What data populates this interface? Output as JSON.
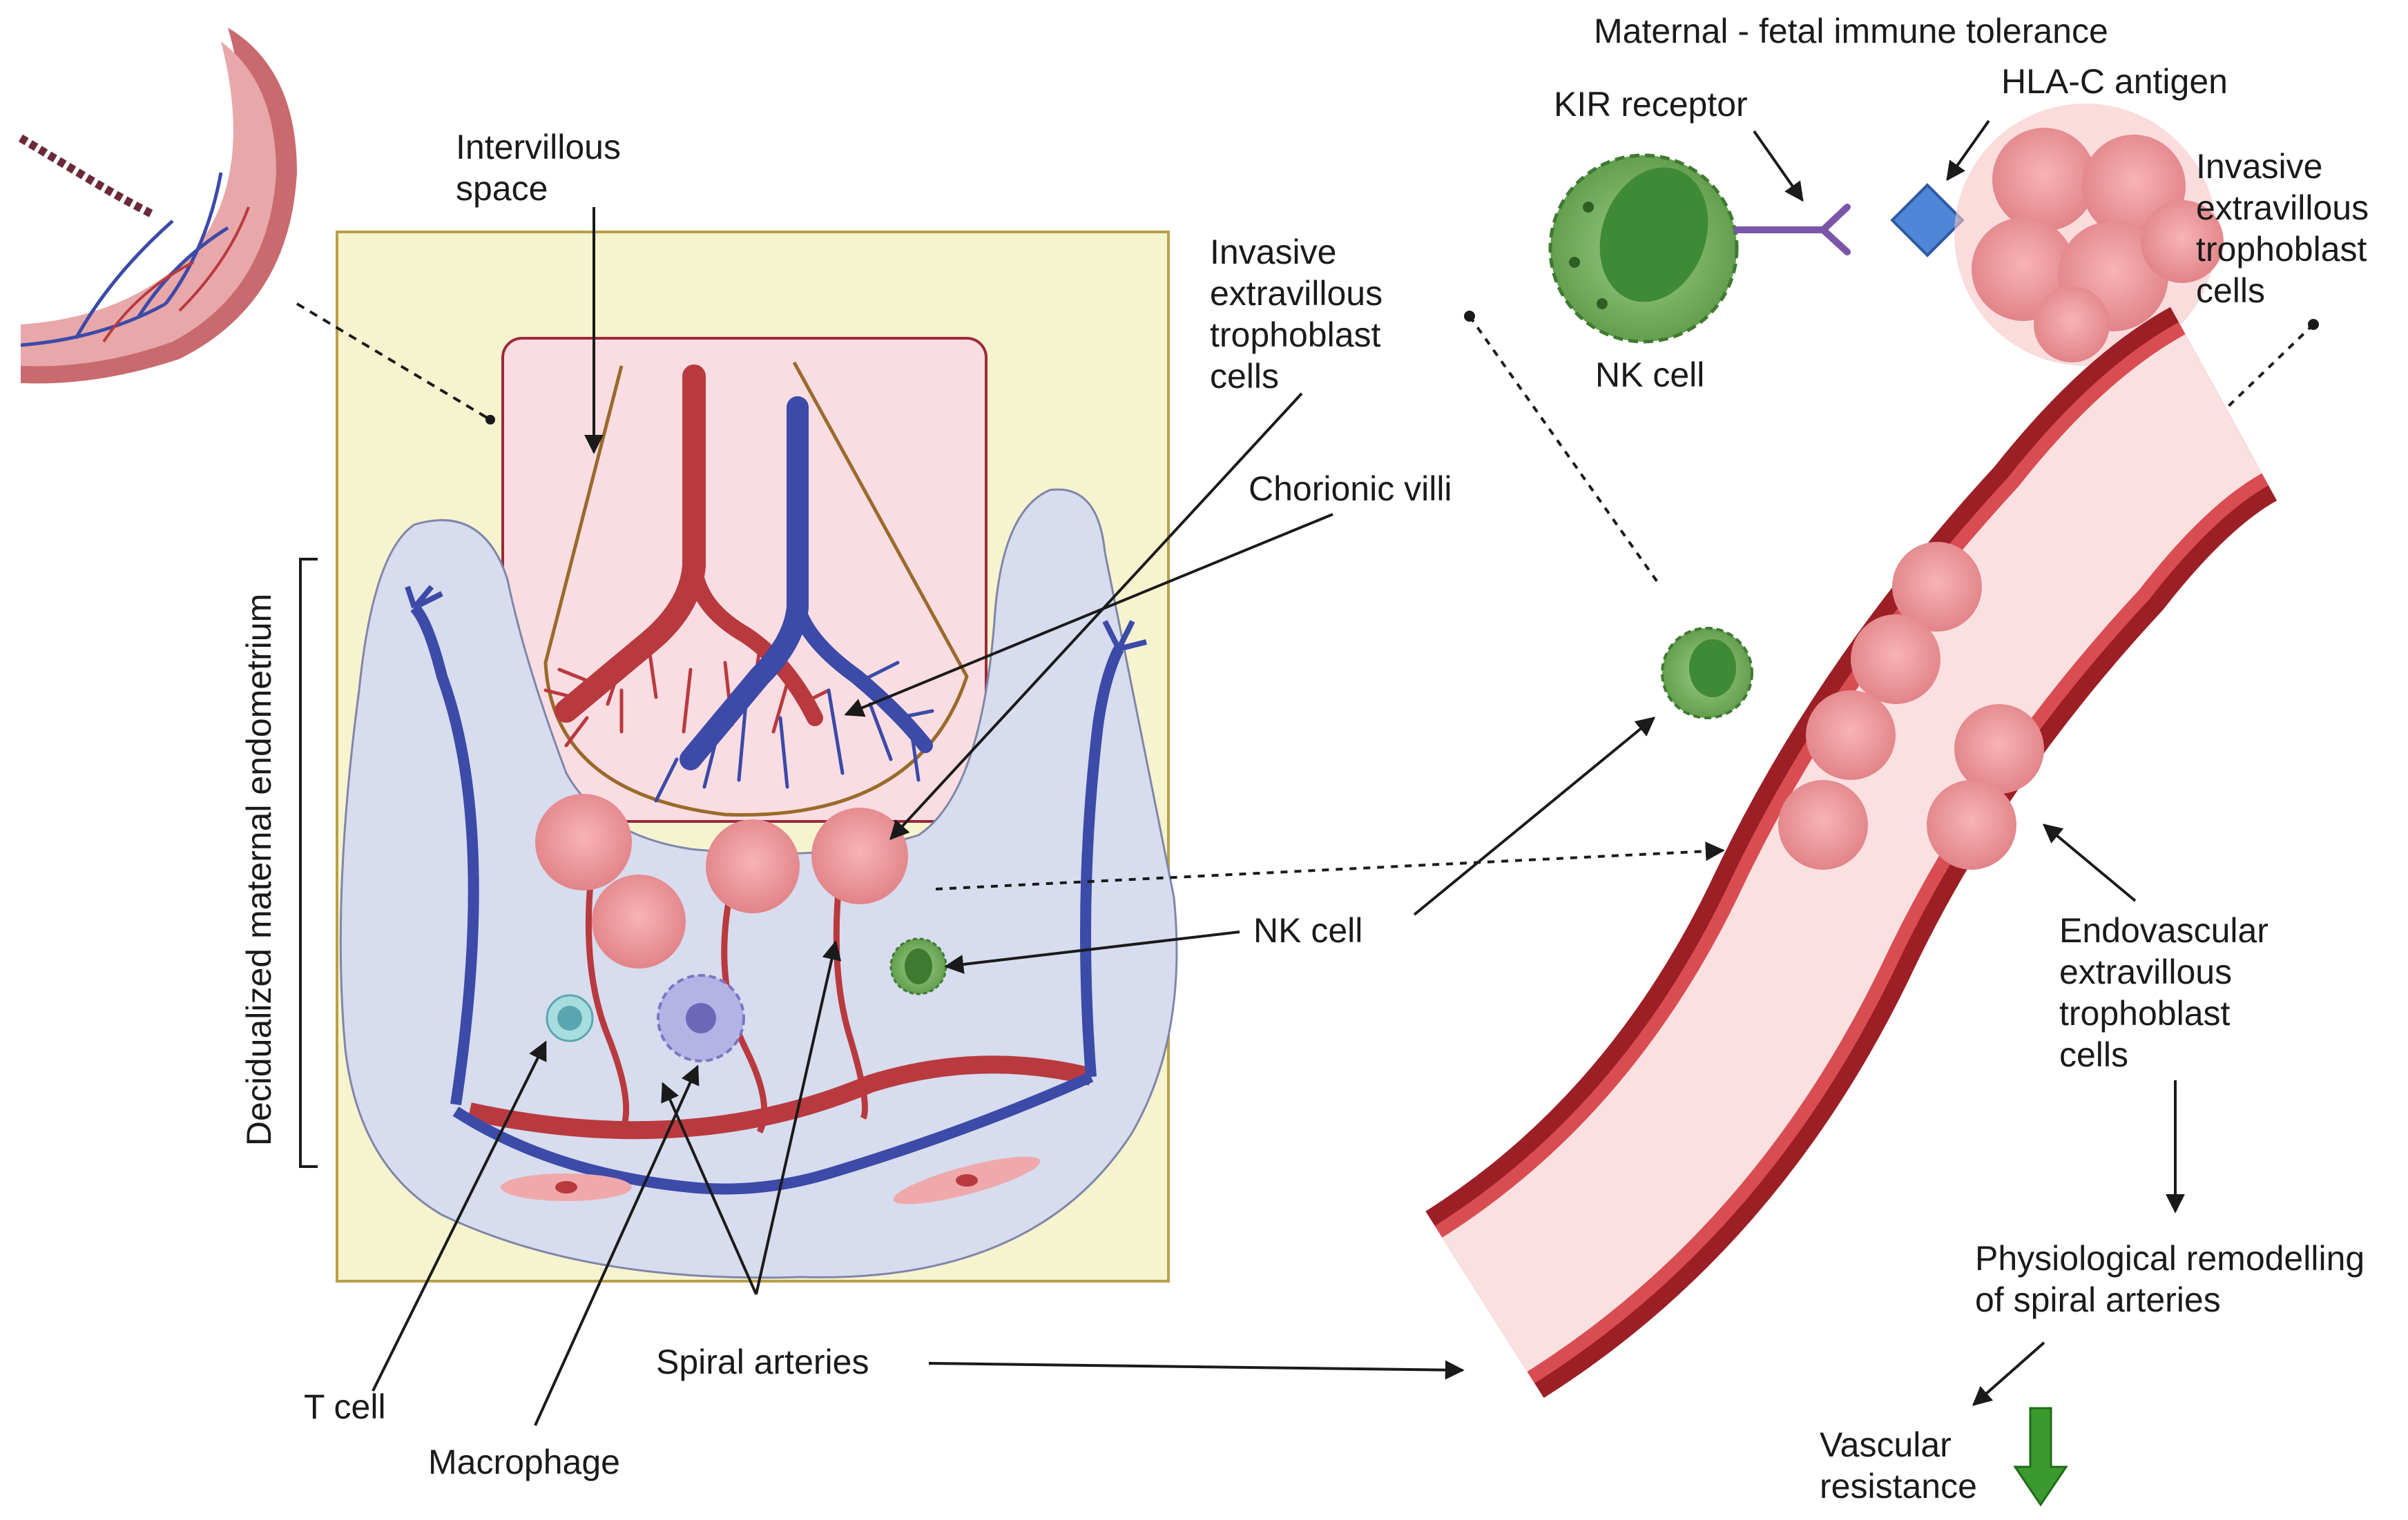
{
  "labels": {
    "intervillous_1": "Intervillous",
    "intervillous_2": "space",
    "invasive_left_1": "Invasive",
    "invasive_left_2": "extravillous",
    "invasive_left_3": "trophoblast",
    "invasive_left_4": "cells",
    "chorionic_villi": "Chorionic villi",
    "decidualized": "Decidualized maternal endometrium",
    "nk_cell_center": "NK cell",
    "spiral_arteries": "Spiral arteries",
    "t_cell": "T cell",
    "macrophage": "Macrophage",
    "tolerance_title": "Maternal - fetal immune tolerance",
    "kir_receptor": "KIR receptor",
    "hla_c": "HLA-C antigen",
    "invasive_right_1": "Invasive",
    "invasive_right_2": "extravillous",
    "invasive_right_3": "trophoblast",
    "invasive_right_4": "cells",
    "nk_cell_top": "NK cell",
    "endovascular_1": "Endovascular",
    "endovascular_2": "extravillous",
    "endovascular_3": "trophoblast",
    "endovascular_4": "cells",
    "physio_1": "Physiological remodelling",
    "physio_2": "of spiral arteries",
    "vascular_1": "Vascular",
    "vascular_2": "resistance"
  },
  "colors": {
    "panel_bg": "#f6f3cf",
    "panel_border": "#b8a04a",
    "endometrium": "#d7dcee",
    "intervillous_bg": "#f9dde2",
    "artery": "#b93a3e",
    "vein": "#3c4aa8",
    "trophoblast": "#eb8f93",
    "nk_cell": "#6fa85a",
    "vessel_wall": "#9b1f25",
    "vessel_lumen": "#fbe0e1",
    "arrow_green": "#3b9a2e"
  }
}
